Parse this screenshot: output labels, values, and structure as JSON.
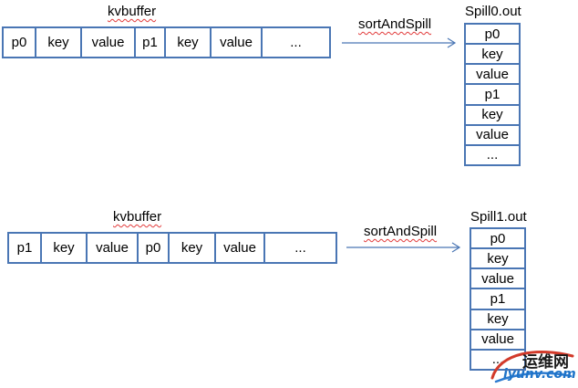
{
  "diagrams": [
    {
      "buffer_title": "kvbuffer",
      "buffer_cells": [
        "p0",
        "key",
        "value",
        "p1",
        "key",
        "value",
        "..."
      ],
      "action": "sortAndSpill",
      "spill_title": "Spill0.out",
      "spill_cells": [
        "p0",
        "key",
        "value",
        "p1",
        "key",
        "value",
        "..."
      ]
    },
    {
      "buffer_title": "kvbuffer",
      "buffer_cells": [
        "p1",
        "key",
        "value",
        "p0",
        "key",
        "value",
        "..."
      ],
      "action": "sortAndSpill",
      "spill_title": "Spill1.out",
      "spill_cells": [
        "p0",
        "key",
        "value",
        "p1",
        "key",
        "value",
        "..."
      ]
    }
  ],
  "watermark": {
    "cn": "运维网",
    "en": "iyunv.com"
  },
  "colors": {
    "border": "#4a76b4",
    "arrow": "#4a76b4",
    "squiggle": "#e23b3b"
  }
}
